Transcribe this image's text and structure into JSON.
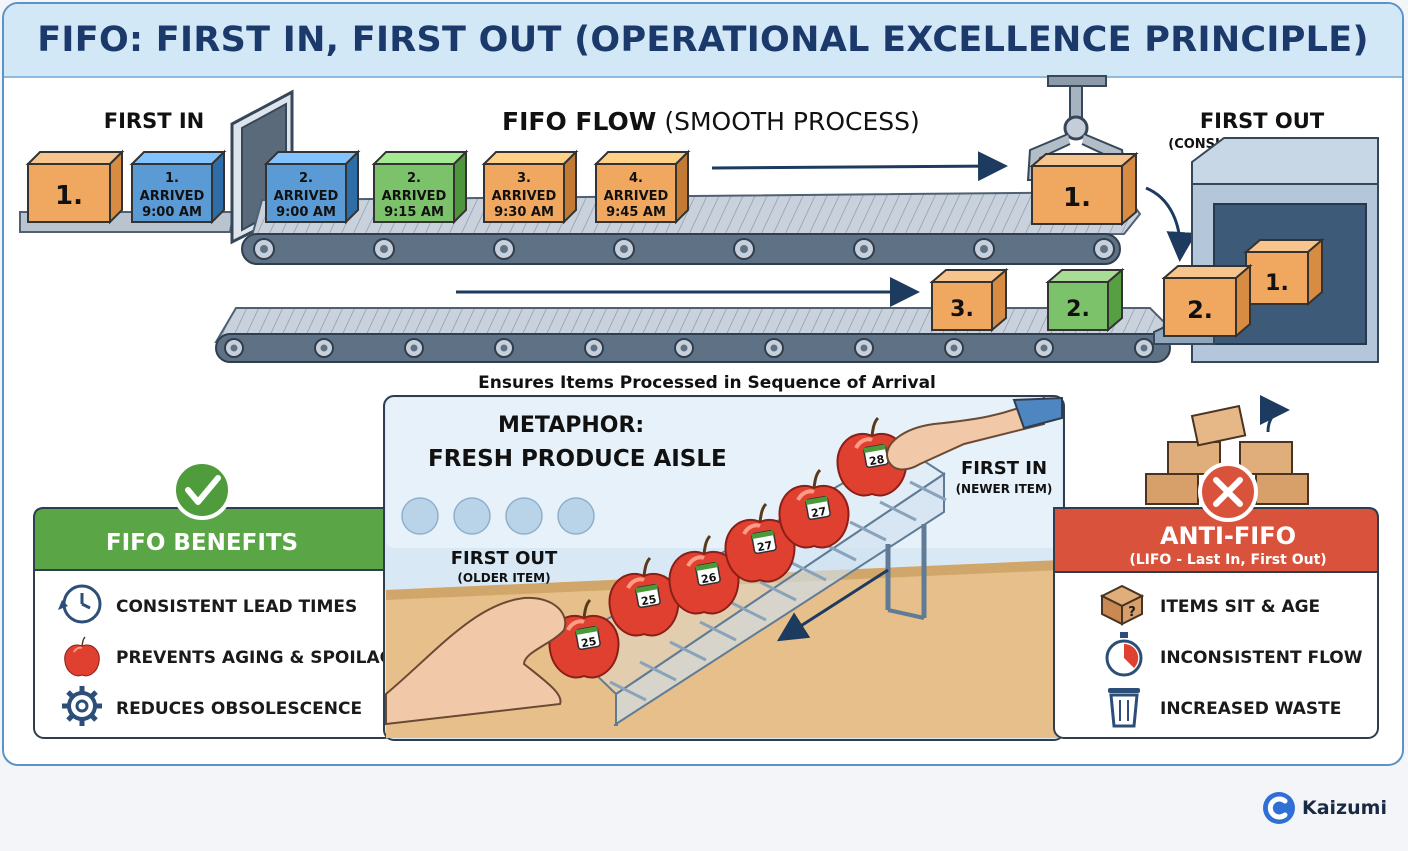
{
  "title": "FIFO: FIRST IN, FIRST OUT (OPERATIONAL EXCELLENCE PRINCIPLE)",
  "flow": {
    "first_in_label": "FIRST IN",
    "flow_title_bold": "FIFO FLOW",
    "flow_title_rest": "(SMOOTH PROCESS)",
    "first_out_label": "FIRST OUT",
    "first_out_sub": "(CONSUMED/PROCESSED)",
    "caption": "Ensures Items Processed in Sequence of Arrival",
    "box_first": "1.",
    "top_boxes": [
      {
        "num": "1.",
        "line1": "ARRIVED",
        "line2": "9:00 AM",
        "color": "#5b9bd5"
      },
      {
        "num": "2.",
        "line1": "ARRIVED",
        "line2": "9:00 AM",
        "color": "#5b9bd5"
      },
      {
        "num": "2.",
        "line1": "ARRIVED",
        "line2": "9:15 AM",
        "color": "#7cc26a"
      },
      {
        "num": "3.",
        "line1": "ARRIVED",
        "line2": "9:30 AM",
        "color": "#f0a860"
      },
      {
        "num": "4.",
        "line1": "ARRIVED",
        "line2": "9:45 AM",
        "color": "#f0a860"
      }
    ],
    "claw_box": "1.",
    "bottom_box_a": "3.",
    "bottom_box_b": "2.",
    "bin_box_a": "2.",
    "bin_box_b": "1."
  },
  "metaphor": {
    "title_line1": "METAPHOR:",
    "title_line2": "FRESH PRODUCE AISLE",
    "first_in": "FIRST IN",
    "first_in_sub": "(NEWER ITEM)",
    "first_out": "FIRST OUT",
    "first_out_sub": "(OLDER ITEM)",
    "apple_tags": [
      "25",
      "25",
      "26",
      "27",
      "27",
      "28"
    ]
  },
  "benefits": {
    "title": "FIFO BENEFITS",
    "items": [
      {
        "icon": "clock-icon",
        "label": "CONSISTENT LEAD TIMES"
      },
      {
        "icon": "apple-icon",
        "label": "PREVENTS AGING & SPOILAGE"
      },
      {
        "icon": "gear-icon",
        "label": "REDUCES OBSOLESCENCE"
      }
    ],
    "color": "#5aa646"
  },
  "anti": {
    "title": "ANTI-FIFO",
    "subtitle": "(LIFO - Last In, First Out)",
    "items": [
      {
        "icon": "question-box-icon",
        "label": "ITEMS SIT & AGE"
      },
      {
        "icon": "stopwatch-icon",
        "label": "INCONSISTENT FLOW"
      },
      {
        "icon": "trash-can-icon",
        "label": "INCREASED WASTE"
      }
    ],
    "color": "#d9533c"
  },
  "brand": "Kaizumi"
}
